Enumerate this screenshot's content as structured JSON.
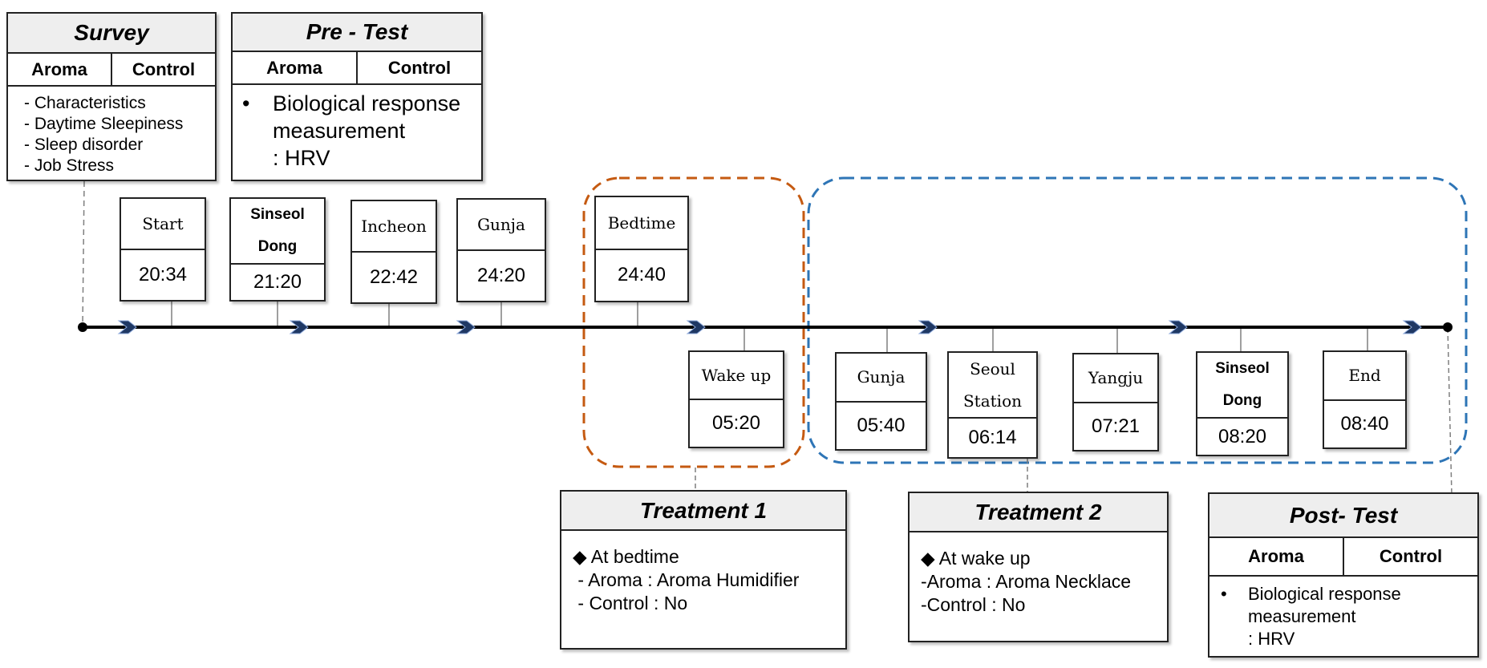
{
  "survey": {
    "title": "Survey",
    "col_left": "Aroma",
    "col_right": "Control",
    "items": [
      "- Characteristics",
      "- Daytime Sleepiness",
      "- Sleep disorder",
      "- Job Stress"
    ]
  },
  "pretest": {
    "title": "Pre - Test",
    "col_left": "Aroma",
    "col_right": "Control",
    "bullet": "•",
    "line1": "Biological response",
    "line2": "measurement",
    "line3": ": HRV"
  },
  "stops_top": [
    {
      "name": "Start",
      "time": "20:34"
    },
    {
      "name": "Sinseol Dong",
      "time": "21:20"
    },
    {
      "name": "Incheon",
      "time": "22:42"
    },
    {
      "name": "Gunja",
      "time": "24:20"
    },
    {
      "name": "Bedtime",
      "time": "24:40"
    }
  ],
  "stops_bottom": [
    {
      "name": "Wake  up",
      "time": "05:20"
    },
    {
      "name": "Gunja",
      "time": "05:40"
    },
    {
      "name": "Seoul Station",
      "time": "06:14"
    },
    {
      "name": "Yangju",
      "time": "07:21"
    },
    {
      "name": "Sinseol Dong",
      "time": "08:20"
    },
    {
      "name": "End",
      "time": "08:40"
    }
  ],
  "treatment1": {
    "title": "Treatment 1",
    "line1": "◆ At bedtime",
    "line2": " - Aroma : Aroma Humidifier",
    "line3": " - Control : No"
  },
  "treatment2": {
    "title": "Treatment 2",
    "line1": "◆ At wake up",
    "line2": "-Aroma : Aroma Necklace",
    "line3": "-Control : No"
  },
  "posttest": {
    "title": "Post- Test",
    "col_left": "Aroma",
    "col_right": "Control",
    "bullet": "•",
    "line1": "Biological response",
    "line2": "measurement",
    "line3": ": HRV"
  },
  "colors": {
    "timeline": "#000000",
    "arrow": "#1f3864",
    "treatment1_region": "#c55a11",
    "treatment2_region": "#2e75b6",
    "header_fill": "#eeeeee"
  }
}
